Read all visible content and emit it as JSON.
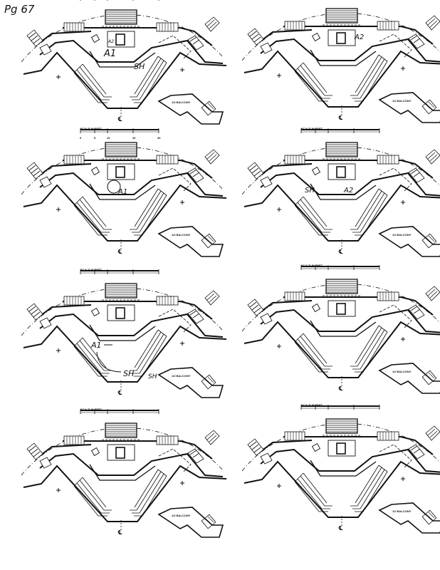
{
  "page_label": "Pg 67",
  "plan_labels": {
    "balcony": "1/2 BALCONY",
    "centerline": "℄",
    "scale_title": "SCALE IN FEET",
    "scale_ticks": [
      "0",
      "5",
      "10",
      "20",
      "40"
    ]
  },
  "panels": [
    {
      "annotations": [
        "A1",
        "SH",
        "A2"
      ]
    },
    {
      "annotations": [
        "A2"
      ]
    },
    {
      "annotations": [
        "A1"
      ]
    },
    {
      "annotations": [
        "SH",
        "A2"
      ]
    },
    {
      "annotations": [
        "A1",
        "SH",
        "SH"
      ]
    },
    {
      "annotations": []
    },
    {
      "annotations": []
    },
    {
      "annotations": []
    }
  ]
}
